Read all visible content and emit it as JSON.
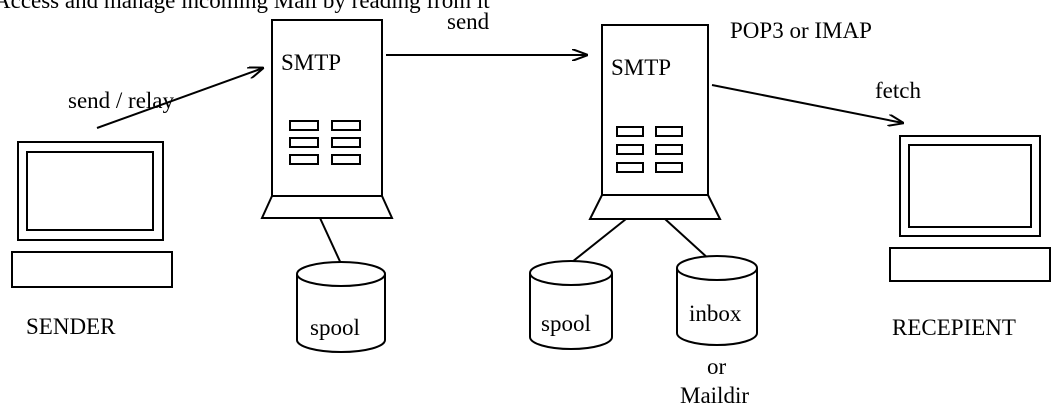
{
  "top_caption": "Access and manage incoming Mail by reading from it",
  "labels": {
    "send_relay": "send / relay",
    "send": "send",
    "protocol": "POP3 or IMAP",
    "fetch": "fetch"
  },
  "servers": {
    "left_title": "SMTP",
    "right_title": "SMTP"
  },
  "storage": {
    "left_spool": "spool",
    "right_spool": "spool",
    "inbox": "inbox",
    "or": "or",
    "maildir": "Maildir"
  },
  "nodes": {
    "sender": "SENDER",
    "recipient": "RECEPIENT"
  }
}
